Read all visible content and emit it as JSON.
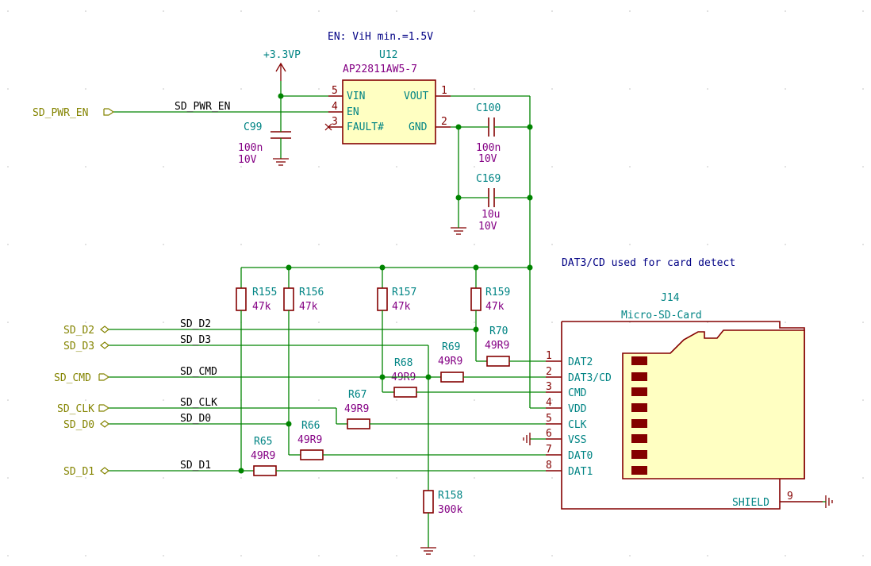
{
  "notes": {
    "en_threshold": "EN: ViH min.=1.5V",
    "card_detect": "DAT3/CD used for card detect"
  },
  "power": {
    "supply_label": "+3.3VP"
  },
  "regulator": {
    "ref": "U12",
    "value": "AP22811AW5-7",
    "pins": [
      {
        "num": "5",
        "name": "VIN"
      },
      {
        "num": "4",
        "name": "EN"
      },
      {
        "num": "3",
        "name": "FAULT#"
      },
      {
        "num": "1",
        "name": "VOUT"
      },
      {
        "num": "2",
        "name": "GND"
      }
    ]
  },
  "capacitors": [
    {
      "ref": "C99",
      "value": "100n",
      "voltage": "10V"
    },
    {
      "ref": "C100",
      "value": "100n",
      "voltage": "10V"
    },
    {
      "ref": "C169",
      "value": "10u",
      "voltage": "10V"
    }
  ],
  "pullups": [
    {
      "ref": "R155",
      "value": "47k"
    },
    {
      "ref": "R156",
      "value": "47k"
    },
    {
      "ref": "R157",
      "value": "47k"
    },
    {
      "ref": "R159",
      "value": "47k"
    },
    {
      "ref": "R158",
      "value": "300k"
    }
  ],
  "series_resistors": [
    {
      "ref": "R70",
      "value": "49R9"
    },
    {
      "ref": "R69",
      "value": "49R9"
    },
    {
      "ref": "R68",
      "value": "49R9"
    },
    {
      "ref": "R67",
      "value": "49R9"
    },
    {
      "ref": "R66",
      "value": "49R9"
    },
    {
      "ref": "R65",
      "value": "49R9"
    }
  ],
  "ports": [
    {
      "label": "SD_PWR_EN"
    },
    {
      "label": "SD_D2"
    },
    {
      "label": "SD_D3"
    },
    {
      "label": "SD_CMD"
    },
    {
      "label": "SD_CLK"
    },
    {
      "label": "SD_D0"
    },
    {
      "label": "SD_D1"
    }
  ],
  "nets": [
    {
      "label": "SD_PWR_EN"
    },
    {
      "label": "SD_D2"
    },
    {
      "label": "SD_D3"
    },
    {
      "label": "SD_CMD"
    },
    {
      "label": "SD_CLK"
    },
    {
      "label": "SD_D0"
    },
    {
      "label": "SD_D1"
    }
  ],
  "connector": {
    "ref": "J14",
    "value": "Micro-SD-Card",
    "pins": [
      {
        "num": "1",
        "name": "DAT2"
      },
      {
        "num": "2",
        "name": "DAT3/CD"
      },
      {
        "num": "3",
        "name": "CMD"
      },
      {
        "num": "4",
        "name": "VDD"
      },
      {
        "num": "5",
        "name": "CLK"
      },
      {
        "num": "6",
        "name": "VSS"
      },
      {
        "num": "7",
        "name": "DAT0"
      },
      {
        "num": "8",
        "name": "DAT1"
      }
    ],
    "shield": {
      "num": "9",
      "name": "SHIELD"
    }
  }
}
